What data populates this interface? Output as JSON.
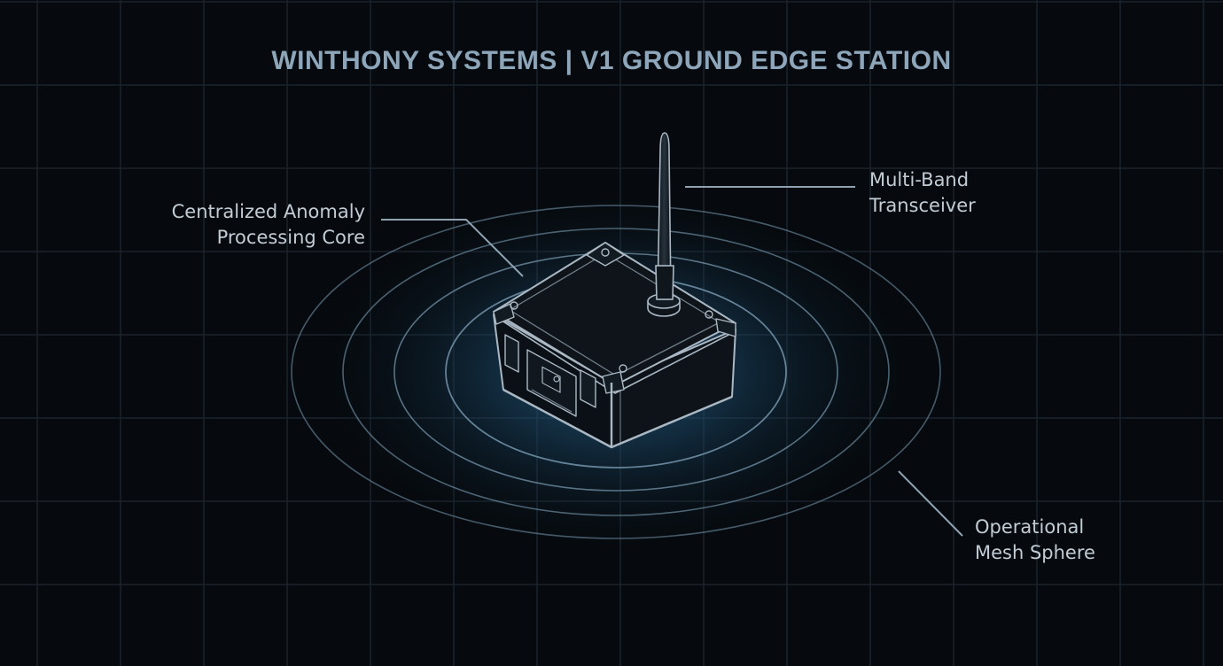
{
  "title": "WINTHONY SYSTEMS | V1 GROUND EDGE STATION",
  "callouts": {
    "core": {
      "line1": "Centralized Anomaly",
      "line2": "Processing Core"
    },
    "transceiver": {
      "line1": "Multi-Band",
      "line2": "Transceiver"
    },
    "mesh": {
      "line1": "Operational",
      "line2": "Mesh Sphere"
    }
  },
  "colors": {
    "background": "#060a0e",
    "grid": "#1a232c",
    "title": "#8ea6ba",
    "label": "#c2ccd4",
    "ring": "#7a9cb4",
    "glow": "#1c4a6a",
    "device_stroke": "#aab8c4"
  },
  "icons": [
    "ground-station-device",
    "antenna"
  ]
}
